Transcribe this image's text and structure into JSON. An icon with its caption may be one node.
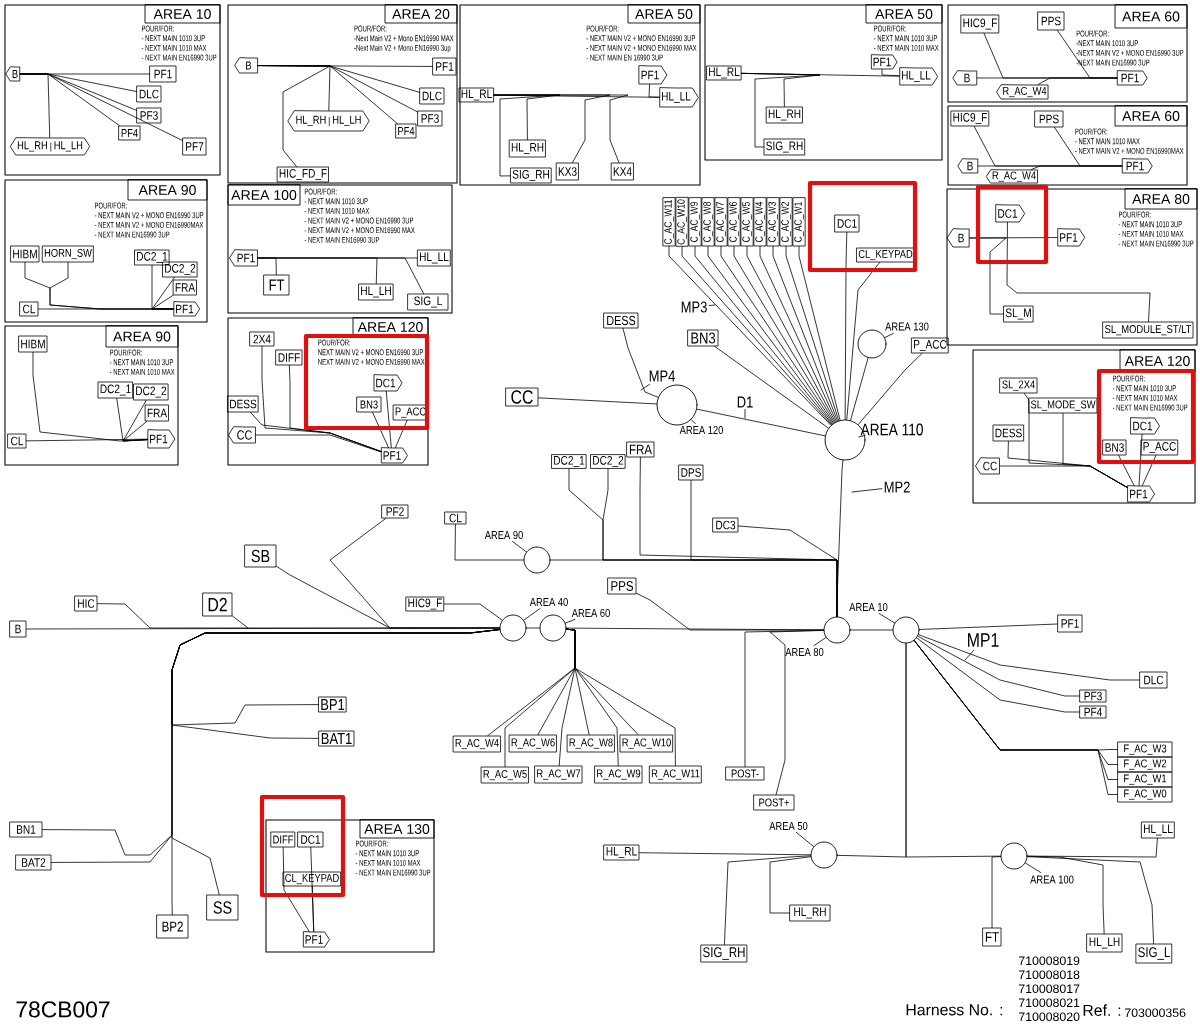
{
  "diagram": {
    "nodes": [
      {
        "text": [
          "AREA 10",
          "POUR/FOR:",
          "- NEXT MAIN 1010 3UP",
          "- NEXT MAIN 1010 MAX",
          "- NEXT MAIN EN16990 3UP"
        ]
      },
      {
        "text": [
          "B"
        ],
        "in": 0
      },
      {
        "text": [
          "PF1"
        ],
        "in": 0
      },
      {
        "text": [
          "DLC"
        ],
        "in": 0
      },
      {
        "text": [
          "PF3"
        ],
        "in": 0
      },
      {
        "text": [
          "PF4"
        ],
        "in": 0
      },
      {
        "text": [
          "PF7"
        ],
        "in": 0
      },
      {
        "text": [
          "HL_RH",
          "HL_LH"
        ],
        "in": 0
      },
      {
        "text": [
          "AREA 20",
          "POUR/FOR:",
          "-Next Main V2 + Mono EN16990 MAX",
          "-Next Main V2 + Mono EN16990 3up"
        ]
      },
      {
        "text": [
          "B"
        ],
        "in": 8
      },
      {
        "text": [
          "PF1"
        ],
        "in": 8
      },
      {
        "text": [
          "DLC"
        ],
        "in": 8
      },
      {
        "text": [
          "PF3"
        ],
        "in": 8
      },
      {
        "text": [
          "PF4"
        ],
        "in": 8
      },
      {
        "text": [
          "HL_RH",
          "HL_LH"
        ],
        "in": 8
      },
      {
        "text": [
          "HIC_FD_F"
        ],
        "in": 8
      },
      {
        "text": [
          "AREA 50",
          "POUR/FOR:",
          "- NEXT MAIN V2 + MONO EN16990 3UP",
          "- NEXT MAIN V2 + MONO EN16990 MAX",
          "- NEXT MAIN EN 16990 3UP"
        ]
      },
      {
        "text": [
          "PF1"
        ],
        "in": 16
      },
      {
        "text": [
          "HL_RL"
        ],
        "in": 16
      },
      {
        "text": [
          "HL_LL"
        ],
        "in": 16
      },
      {
        "text": [
          "HL_RH"
        ],
        "in": 16
      },
      {
        "text": [
          "SIG_RH"
        ],
        "in": 16
      },
      {
        "text": [
          "KX3"
        ],
        "in": 16
      },
      {
        "text": [
          "KX4"
        ],
        "in": 16
      },
      {
        "text": [
          "AREA 50",
          "POUR/FOR:",
          "- NEXT MAIN 1010 3UP",
          "- NEXT MAIN 1010 MAX"
        ]
      },
      {
        "text": [
          "PF1"
        ],
        "in": 24
      },
      {
        "text": [
          "HL_RL"
        ],
        "in": 24
      },
      {
        "text": [
          "HL_LL"
        ],
        "in": 24
      },
      {
        "text": [
          "HL_RH"
        ],
        "in": 24
      },
      {
        "text": [
          "SIG_RH"
        ],
        "in": 24
      },
      {
        "text": [
          "AREA 60",
          "POUR/FOR:",
          "-NEXT MAIN 1010 3UP",
          "-NEXT MAIN V2 + MONO EN16990 3UP",
          "-NEXT MAIN EN16990 3UP"
        ]
      },
      {
        "text": [
          "HIC9_F"
        ],
        "in": 30
      },
      {
        "text": [
          "PPS"
        ],
        "in": 30
      },
      {
        "text": [
          "B"
        ],
        "in": 30
      },
      {
        "text": [
          "PF1"
        ],
        "in": 30
      },
      {
        "text": [
          "R_AC_W4"
        ],
        "in": 30
      },
      {
        "text": [
          "AREA 60",
          "POUR/FOR:",
          "- NEXT MAIN 1010 MAX",
          "- NEXT MAIN V2 + MONO EN16990MAX"
        ]
      },
      {
        "text": [
          "HIC9_F"
        ],
        "in": 36
      },
      {
        "text": [
          "PPS"
        ],
        "in": 36
      },
      {
        "text": [
          "B"
        ],
        "in": 36
      },
      {
        "text": [
          "PF1"
        ],
        "in": 36
      },
      {
        "text": [
          "R_AC_W4"
        ],
        "in": 36
      },
      {
        "text": [
          "AREA 80",
          "POUR/FOR:",
          "- NEXT MAIN 1010 3UP",
          "- NEXT MAIN 1010 MAX",
          "- NEXT MAIN EN16990 3UP"
        ]
      },
      {
        "text": [
          "DC1"
        ],
        "in": 42
      },
      {
        "text": [
          "B"
        ],
        "in": 42
      },
      {
        "text": [
          "PF1"
        ],
        "in": 42
      },
      {
        "text": [
          "SL_M"
        ],
        "in": 42
      },
      {
        "text": [
          "SL_MODULE_ST/LT"
        ],
        "in": 42
      },
      {
        "text": [
          "AREA 120",
          "POUR/FOR:",
          "- NEXT MAIN 1010 3UP",
          "- NEXT MAIN 1010 MAX",
          "- NEXT MAIN EN16990 3UP"
        ]
      },
      {
        "text": [
          "SL_2X4"
        ],
        "in": 48
      },
      {
        "text": [
          "SL_MODE_SW"
        ],
        "in": 48
      },
      {
        "text": [
          "DESS"
        ],
        "in": 48
      },
      {
        "text": [
          "CC"
        ],
        "in": 48
      },
      {
        "text": [
          "DC1"
        ],
        "in": 48
      },
      {
        "text": [
          "BN3"
        ],
        "in": 48
      },
      {
        "text": [
          "P_ACC"
        ],
        "in": 48
      },
      {
        "text": [
          "PF1"
        ],
        "in": 48
      },
      {
        "text": [
          "AREA 90",
          "POUR/FOR:",
          "- NEXT MAIN V2 + MONO EN16990 3UP",
          "- NEXT MAIN V2 + MONO EN16990MAX",
          "- NEXT MAIN EN16990 3UP"
        ]
      },
      {
        "text": [
          "HIBM"
        ],
        "in": 57
      },
      {
        "text": [
          "HORN_SW"
        ],
        "in": 57
      },
      {
        "text": [
          "DC2_1"
        ],
        "in": 57
      },
      {
        "text": [
          "DC2_2"
        ],
        "in": 57
      },
      {
        "text": [
          "FRA"
        ],
        "in": 57
      },
      {
        "text": [
          "CL"
        ],
        "in": 57
      },
      {
        "text": [
          "PF1"
        ],
        "in": 57
      },
      {
        "text": [
          "AREA 90",
          "POUR/FOR:",
          "- NEXT MAIN 1010 3UP",
          "- NEXT MAIN 1010 MAX"
        ]
      },
      {
        "text": [
          "HIBM"
        ],
        "in": 65
      },
      {
        "text": [
          "DC2_1"
        ],
        "in": 65
      },
      {
        "text": [
          "DC2_2"
        ],
        "in": 65
      },
      {
        "text": [
          "FRA"
        ],
        "in": 65
      },
      {
        "text": [
          "CL"
        ],
        "in": 65
      },
      {
        "text": [
          "PF1"
        ],
        "in": 65
      },
      {
        "text": [
          "AREA 100",
          "POUR/FOR:",
          "- NEXT MAIN 1010 3UP",
          "- NEXT MAIN 1010 MAX",
          "- NEXT MAIN V2 + MONO EN16990 3UP",
          "- NEXT MAIN V2 + MONO EN16990 MAX",
          "- NEXT MAIN EN16990 3UP"
        ]
      },
      {
        "text": [
          "PF1"
        ],
        "in": 72
      },
      {
        "text": [
          "FT"
        ],
        "in": 72
      },
      {
        "text": [
          "HL_LL"
        ],
        "in": 72
      },
      {
        "text": [
          "HL_LH"
        ],
        "in": 72
      },
      {
        "text": [
          "SIG_L"
        ],
        "in": 72
      },
      {
        "text": [
          "AREA 120",
          "POUR/FOR:",
          "NEXT MAIN V2 + MONO EN16990 3UP",
          "NEXT MAIN V2 + MONO EN16990 MAX"
        ]
      },
      {
        "text": [
          "2X4"
        ],
        "in": 78
      },
      {
        "text": [
          "DIFF"
        ],
        "in": 78
      },
      {
        "text": [
          "DESS"
        ],
        "in": 78
      },
      {
        "text": [
          "CC"
        ],
        "in": 78
      },
      {
        "text": [
          "DC1"
        ],
        "in": 78
      },
      {
        "text": [
          "BN3"
        ],
        "in": 78
      },
      {
        "text": [
          "P_ACC"
        ],
        "in": 78
      },
      {
        "text": [
          "PF1"
        ],
        "in": 78
      },
      {
        "text": [
          "AREA 130",
          "POUR/FOR:",
          "- NEXT MAIN 1010 3UP",
          "- NEXT MAIN 1010 MAX",
          "- NEXT MAIN EN16990 3UP"
        ]
      },
      {
        "text": [
          "DIFF"
        ],
        "in": 87
      },
      {
        "text": [
          "DC1"
        ],
        "in": 87
      },
      {
        "text": [
          "CL_KEYPAD"
        ],
        "in": 87
      },
      {
        "text": [
          "PF1"
        ],
        "in": 87
      },
      {
        "text": [
          "C_AC_W11"
        ]
      },
      {
        "text": [
          "C_AC_W10"
        ]
      },
      {
        "text": [
          "C_AC_W9"
        ]
      },
      {
        "text": [
          "C_AC_W8"
        ]
      },
      {
        "text": [
          "C_AC_W7"
        ]
      },
      {
        "text": [
          "C_AC_W6"
        ]
      },
      {
        "text": [
          "C_AC_W5"
        ]
      },
      {
        "text": [
          "C_AC_W4"
        ]
      },
      {
        "text": [
          "C_AC_W3"
        ]
      },
      {
        "text": [
          "C_AC_W2"
        ]
      },
      {
        "text": [
          "C_AC_W1"
        ]
      },
      {
        "text": [
          "DC1"
        ]
      },
      {
        "text": [
          "CL_KEYPAD"
        ]
      },
      {
        "text": [
          "MP3"
        ]
      },
      {
        "text": [
          "BN3"
        ]
      },
      {
        "text": [
          "P_ACC"
        ]
      },
      {
        "text": [],
        "shape": "circle"
      },
      {
        "text": [
          "AREA 130"
        ]
      },
      {
        "text": [
          "DESS"
        ]
      },
      {
        "text": [
          "CC"
        ]
      },
      {
        "text": [
          "MP4"
        ]
      },
      {
        "text": [],
        "shape": "circle"
      },
      {
        "text": [
          "AREA 120"
        ]
      },
      {
        "text": [
          "D1"
        ]
      },
      {
        "text": [],
        "shape": "circle"
      },
      {
        "text": [
          "AREA 110"
        ]
      },
      {
        "text": [
          "MP2"
        ]
      },
      {
        "text": [
          "FRA"
        ]
      },
      {
        "text": [
          "DC2_1"
        ]
      },
      {
        "text": [
          "DC2_2"
        ]
      },
      {
        "text": [
          "DPS"
        ]
      },
      {
        "text": [
          "DC3"
        ]
      },
      {
        "text": [
          "PF2"
        ]
      },
      {
        "text": [
          "CL"
        ]
      },
      {
        "text": [
          "AREA 90"
        ]
      },
      {
        "text": [],
        "shape": "circle"
      },
      {
        "text": [
          "SB"
        ]
      },
      {
        "text": [
          "HIC"
        ]
      },
      {
        "text": [
          "D2"
        ]
      },
      {
        "text": [
          "B"
        ]
      },
      {
        "text": [
          "HIC9_F"
        ]
      },
      {
        "text": [
          "AREA 40"
        ]
      },
      {
        "text": [],
        "shape": "circle"
      },
      {
        "text": [],
        "shape": "circle"
      },
      {
        "text": [
          "AREA 60"
        ]
      },
      {
        "text": [
          "PPS"
        ]
      },
      {
        "text": [],
        "shape": "circle"
      },
      {
        "text": [
          "AREA 80"
        ]
      },
      {
        "text": [
          "AREA 10"
        ]
      },
      {
        "text": [],
        "shape": "circle"
      },
      {
        "text": [
          "PF1"
        ]
      },
      {
        "text": [
          "MP1"
        ]
      },
      {
        "text": [
          "DLC"
        ]
      },
      {
        "text": [
          "PF3"
        ]
      },
      {
        "text": [
          "PF4"
        ]
      },
      {
        "text": [
          "F_AC_W3"
        ]
      },
      {
        "text": [
          "F_AC_W2"
        ]
      },
      {
        "text": [
          "F_AC_W1"
        ]
      },
      {
        "text": [
          "F_AC_W0"
        ]
      },
      {
        "text": [
          "R_AC_W4"
        ]
      },
      {
        "text": [
          "R_AC_W6"
        ]
      },
      {
        "text": [
          "R_AC_W8"
        ]
      },
      {
        "text": [
          "R_AC_W10"
        ]
      },
      {
        "text": [
          "R_AC_W5"
        ]
      },
      {
        "text": [
          "R_AC_W7"
        ]
      },
      {
        "text": [
          "R_AC_W9"
        ]
      },
      {
        "text": [
          "R_AC_W11"
        ]
      },
      {
        "text": [
          "POST-"
        ]
      },
      {
        "text": [
          "POST+"
        ]
      },
      {
        "text": [
          "BP1"
        ]
      },
      {
        "text": [
          "BAT1"
        ]
      },
      {
        "text": [
          "BN1"
        ]
      },
      {
        "text": [
          "BAT2"
        ]
      },
      {
        "text": [
          "BP2"
        ]
      },
      {
        "text": [
          "SS"
        ]
      },
      {
        "text": [
          "HL_RL"
        ]
      },
      {
        "text": [
          "AREA 50"
        ]
      },
      {
        "text": [],
        "shape": "circle"
      },
      {
        "text": [
          "SIG_RH"
        ]
      },
      {
        "text": [
          "HL_RH"
        ]
      },
      {
        "text": [],
        "shape": "circle"
      },
      {
        "text": [
          "AREA 100"
        ]
      },
      {
        "text": [
          "FT"
        ]
      },
      {
        "text": [
          "HL_LH"
        ]
      },
      {
        "text": [
          "SIG_L"
        ]
      },
      {
        "text": [
          "HL_LL"
        ]
      }
    ],
    "edges": [
      {
        "from": 1,
        "to": 2,
        "arrow": "none"
      },
      {
        "from": 1,
        "to": 3,
        "arrow": "none"
      },
      {
        "from": 1,
        "to": 4,
        "arrow": "none"
      },
      {
        "from": 1,
        "to": 5,
        "arrow": "none"
      },
      {
        "from": 1,
        "to": 6,
        "arrow": "none"
      },
      {
        "from": 1,
        "to": 7,
        "arrow": "none"
      },
      {
        "from": 9,
        "to": 10,
        "arrow": "none"
      },
      {
        "from": 9,
        "to": 11,
        "arrow": "none"
      },
      {
        "from": 9,
        "to": 12,
        "arrow": "none"
      },
      {
        "from": 9,
        "to": 13,
        "arrow": "none"
      },
      {
        "from": 9,
        "to": 14,
        "arrow": "none"
      },
      {
        "from": 9,
        "to": 15,
        "arrow": "none"
      },
      {
        "from": 18,
        "to": 19,
        "arrow": "none"
      },
      {
        "from": 17,
        "to": 19,
        "arrow": "none"
      },
      {
        "from": 18,
        "to": 20,
        "arrow": "none"
      },
      {
        "from": 18,
        "to": 21,
        "arrow": "none"
      },
      {
        "from": 18,
        "to": 22,
        "arrow": "none"
      },
      {
        "from": 18,
        "to": 23,
        "arrow": "none"
      },
      {
        "from": 26,
        "to": 27,
        "arrow": "none"
      },
      {
        "from": 25,
        "to": 27,
        "arrow": "none"
      },
      {
        "from": 26,
        "to": 28,
        "arrow": "none"
      },
      {
        "from": 26,
        "to": 29,
        "arrow": "none"
      },
      {
        "from": 33,
        "to": 34,
        "arrow": "none"
      },
      {
        "from": 31,
        "to": 34,
        "arrow": "none"
      },
      {
        "from": 32,
        "to": 34,
        "arrow": "none"
      },
      {
        "from": 35,
        "to": 34,
        "arrow": "none"
      },
      {
        "from": 39,
        "to": 40,
        "arrow": "none"
      },
      {
        "from": 37,
        "to": 40,
        "arrow": "none"
      },
      {
        "from": 38,
        "to": 40,
        "arrow": "none"
      },
      {
        "from": 41,
        "to": 40,
        "arrow": "none"
      },
      {
        "from": 44,
        "to": 45,
        "arrow": "none"
      },
      {
        "from": 43,
        "to": 47,
        "arrow": "none"
      },
      {
        "from": 44,
        "to": 46,
        "arrow": "none"
      },
      {
        "from": 52,
        "to": 56,
        "arrow": "none"
      },
      {
        "from": 49,
        "to": 56,
        "arrow": "none"
      },
      {
        "from": 50,
        "to": 56,
        "arrow": "none"
      },
      {
        "from": 51,
        "to": 56,
        "arrow": "none"
      },
      {
        "from": 53,
        "to": 56,
        "arrow": "none"
      },
      {
        "from": 54,
        "to": 56,
        "arrow": "none"
      },
      {
        "from": 55,
        "to": 56,
        "arrow": "none"
      },
      {
        "from": 63,
        "to": 64,
        "arrow": "none"
      },
      {
        "from": 58,
        "to": 64,
        "arrow": "none"
      },
      {
        "from": 59,
        "to": 64,
        "arrow": "none"
      },
      {
        "from": 60,
        "to": 64,
        "arrow": "none"
      },
      {
        "from": 61,
        "to": 64,
        "arrow": "none"
      },
      {
        "from": 62,
        "to": 64,
        "arrow": "none"
      },
      {
        "from": 70,
        "to": 71,
        "arrow": "none"
      },
      {
        "from": 66,
        "to": 71,
        "arrow": "none"
      },
      {
        "from": 67,
        "to": 71,
        "arrow": "none"
      },
      {
        "from": 68,
        "to": 71,
        "arrow": "none"
      },
      {
        "from": 69,
        "to": 71,
        "arrow": "none"
      },
      {
        "from": 73,
        "to": 75,
        "arrow": "none"
      },
      {
        "from": 73,
        "to": 74,
        "arrow": "none"
      },
      {
        "from": 73,
        "to": 76,
        "arrow": "none"
      },
      {
        "from": 73,
        "to": 77,
        "arrow": "none"
      },
      {
        "from": 82,
        "to": 86,
        "arrow": "none"
      },
      {
        "from": 79,
        "to": 86,
        "arrow": "none"
      },
      {
        "from": 80,
        "to": 86,
        "arrow": "none"
      },
      {
        "from": 81,
        "to": 86,
        "arrow": "none"
      },
      {
        "from": 83,
        "to": 86,
        "arrow": "none"
      },
      {
        "from": 84,
        "to": 86,
        "arrow": "none"
      },
      {
        "from": 85,
        "to": 86,
        "arrow": "none"
      },
      {
        "from": 88,
        "to": 91,
        "arrow": "none"
      },
      {
        "from": 89,
        "to": 91,
        "arrow": "none"
      },
      {
        "from": 90,
        "to": 91,
        "arrow": "none"
      },
      {
        "from": 92,
        "to": 116,
        "arrow": "none"
      },
      {
        "from": 93,
        "to": 116,
        "arrow": "none"
      },
      {
        "from": 94,
        "to": 116,
        "arrow": "none"
      },
      {
        "from": 95,
        "to": 116,
        "arrow": "none"
      },
      {
        "from": 96,
        "to": 116,
        "arrow": "none"
      },
      {
        "from": 97,
        "to": 116,
        "arrow": "none"
      },
      {
        "from": 98,
        "to": 116,
        "arrow": "none"
      },
      {
        "from": 99,
        "to": 116,
        "arrow": "none"
      },
      {
        "from": 100,
        "to": 116,
        "arrow": "none"
      },
      {
        "from": 101,
        "to": 116,
        "arrow": "none"
      },
      {
        "from": 102,
        "to": 116,
        "arrow": "none"
      },
      {
        "from": 103,
        "to": 116,
        "arrow": "none"
      },
      {
        "from": 104,
        "to": 116,
        "arrow": "none"
      },
      {
        "from": 105,
        "to": null,
        "arrow": "none"
      },
      {
        "from": 106,
        "to": 116,
        "arrow": "none"
      },
      {
        "from": 107,
        "to": 116,
        "arrow": "none"
      },
      {
        "from": 108,
        "to": 116,
        "arrow": "none"
      },
      {
        "from": 109,
        "to": 108,
        "arrow": "none"
      },
      {
        "from": 110,
        "to": 113,
        "arrow": "none"
      },
      {
        "from": 111,
        "to": 113,
        "arrow": "none"
      },
      {
        "from": 112,
        "to": null,
        "arrow": "none"
      },
      {
        "from": 113,
        "to": 116,
        "arrow": "none"
      },
      {
        "from": 115,
        "to": null,
        "arrow": "none"
      },
      {
        "from": 114,
        "to": 113,
        "arrow": "none"
      },
      {
        "from": 117,
        "to": 116,
        "arrow": "none"
      },
      {
        "from": 116,
        "to": 138,
        "arrow": "none"
      },
      {
        "from": 118,
        "to": null,
        "arrow": "none"
      },
      {
        "from": 125,
        "to": 127,
        "arrow": "none"
      },
      {
        "from": 126,
        "to": 127,
        "arrow": "none"
      },
      {
        "from": 127,
        "to": 138,
        "arrow": "none"
      },
      {
        "from": 120,
        "to": 138,
        "arrow": "none"
      },
      {
        "from": 121,
        "to": 138,
        "arrow": "none"
      },
      {
        "from": 119,
        "to": 138,
        "arrow": "none"
      },
      {
        "from": 122,
        "to": 138,
        "arrow": "none"
      },
      {
        "from": 123,
        "to": 138,
        "arrow": "none"
      },
      {
        "from": 131,
        "to": 134,
        "arrow": "none"
      },
      {
        "from": 134,
        "to": 135,
        "arrow": "none"
      },
      {
        "from": 135,
        "to": 138,
        "arrow": "none"
      },
      {
        "from": 138,
        "to": 141,
        "arrow": "none"
      },
      {
        "from": 141,
        "to": 142,
        "arrow": "none"
      },
      {
        "from": 129,
        "to": 134,
        "arrow": "none"
      },
      {
        "from": 130,
        "to": null,
        "arrow": "none"
      },
      {
        "from": 128,
        "to": 134,
        "arrow": "none"
      },
      {
        "from": 124,
        "to": 134,
        "arrow": "none"
      },
      {
        "from": 132,
        "to": 134,
        "arrow": "none"
      },
      {
        "from": 133,
        "to": 134,
        "arrow": "none"
      },
      {
        "from": 136,
        "to": 135,
        "arrow": "none"
      },
      {
        "from": 137,
        "to": 138,
        "arrow": "none"
      },
      {
        "from": 151,
        "to": 135,
        "arrow": "none"
      },
      {
        "from": 152,
        "to": 135,
        "arrow": "none"
      },
      {
        "from": 153,
        "to": 135,
        "arrow": "none"
      },
      {
        "from": 154,
        "to": 135,
        "arrow": "none"
      },
      {
        "from": 155,
        "to": 135,
        "arrow": "none"
      },
      {
        "from": 156,
        "to": 135,
        "arrow": "none"
      },
      {
        "from": 157,
        "to": 135,
        "arrow": "none"
      },
      {
        "from": 158,
        "to": 135,
        "arrow": "none"
      },
      {
        "from": 159,
        "to": 138,
        "arrow": "none"
      },
      {
        "from": 160,
        "to": 138,
        "arrow": "none"
      },
      {
        "from": 139,
        "to": 138,
        "arrow": "none"
      },
      {
        "from": 140,
        "to": 141,
        "arrow": "none"
      },
      {
        "from": 141,
        "to": 144,
        "arrow": "none"
      },
      {
        "from": 141,
        "to": 145,
        "arrow": "none"
      },
      {
        "from": 141,
        "to": 146,
        "arrow": "none"
      },
      {
        "from": 141,
        "to": 147,
        "arrow": "none"
      },
      {
        "from": 141,
        "to": 148,
        "arrow": "none"
      },
      {
        "from": 141,
        "to": 149,
        "arrow": "none"
      },
      {
        "from": 141,
        "to": 150,
        "arrow": "none"
      },
      {
        "from": 143,
        "to": null,
        "arrow": "none"
      },
      {
        "from": 141,
        "to": 169,
        "arrow": "none"
      },
      {
        "from": 141,
        "to": 172,
        "arrow": "none"
      },
      {
        "from": 169,
        "to": 167,
        "arrow": "none"
      },
      {
        "from": 169,
        "to": 170,
        "arrow": "none"
      },
      {
        "from": 169,
        "to": 171,
        "arrow": "none"
      },
      {
        "from": 172,
        "to": 174,
        "arrow": "none"
      },
      {
        "from": 172,
        "to": 175,
        "arrow": "none"
      },
      {
        "from": 172,
        "to": 176,
        "arrow": "none"
      },
      {
        "from": 172,
        "to": 177,
        "arrow": "none"
      },
      {
        "from": 173,
        "to": 172,
        "arrow": "none"
      },
      {
        "from": 168,
        "to": 169,
        "arrow": "none"
      },
      {
        "from": 134,
        "to": 163,
        "arrow": "none"
      },
      {
        "from": 134,
        "to": 164,
        "arrow": "none"
      },
      {
        "from": 134,
        "to": 165,
        "arrow": "none"
      },
      {
        "from": 134,
        "to": 166,
        "arrow": "none"
      },
      {
        "from": 134,
        "to": 161,
        "arrow": "none"
      },
      {
        "from": 134,
        "to": 162,
        "arrow": "none"
      }
    ],
    "labels": [
      "78CB007",
      "Harness No. :",
      "710008019",
      "710008018",
      "710008017",
      "710008021",
      "710008020",
      "Ref. :",
      "703000356"
    ]
  }
}
